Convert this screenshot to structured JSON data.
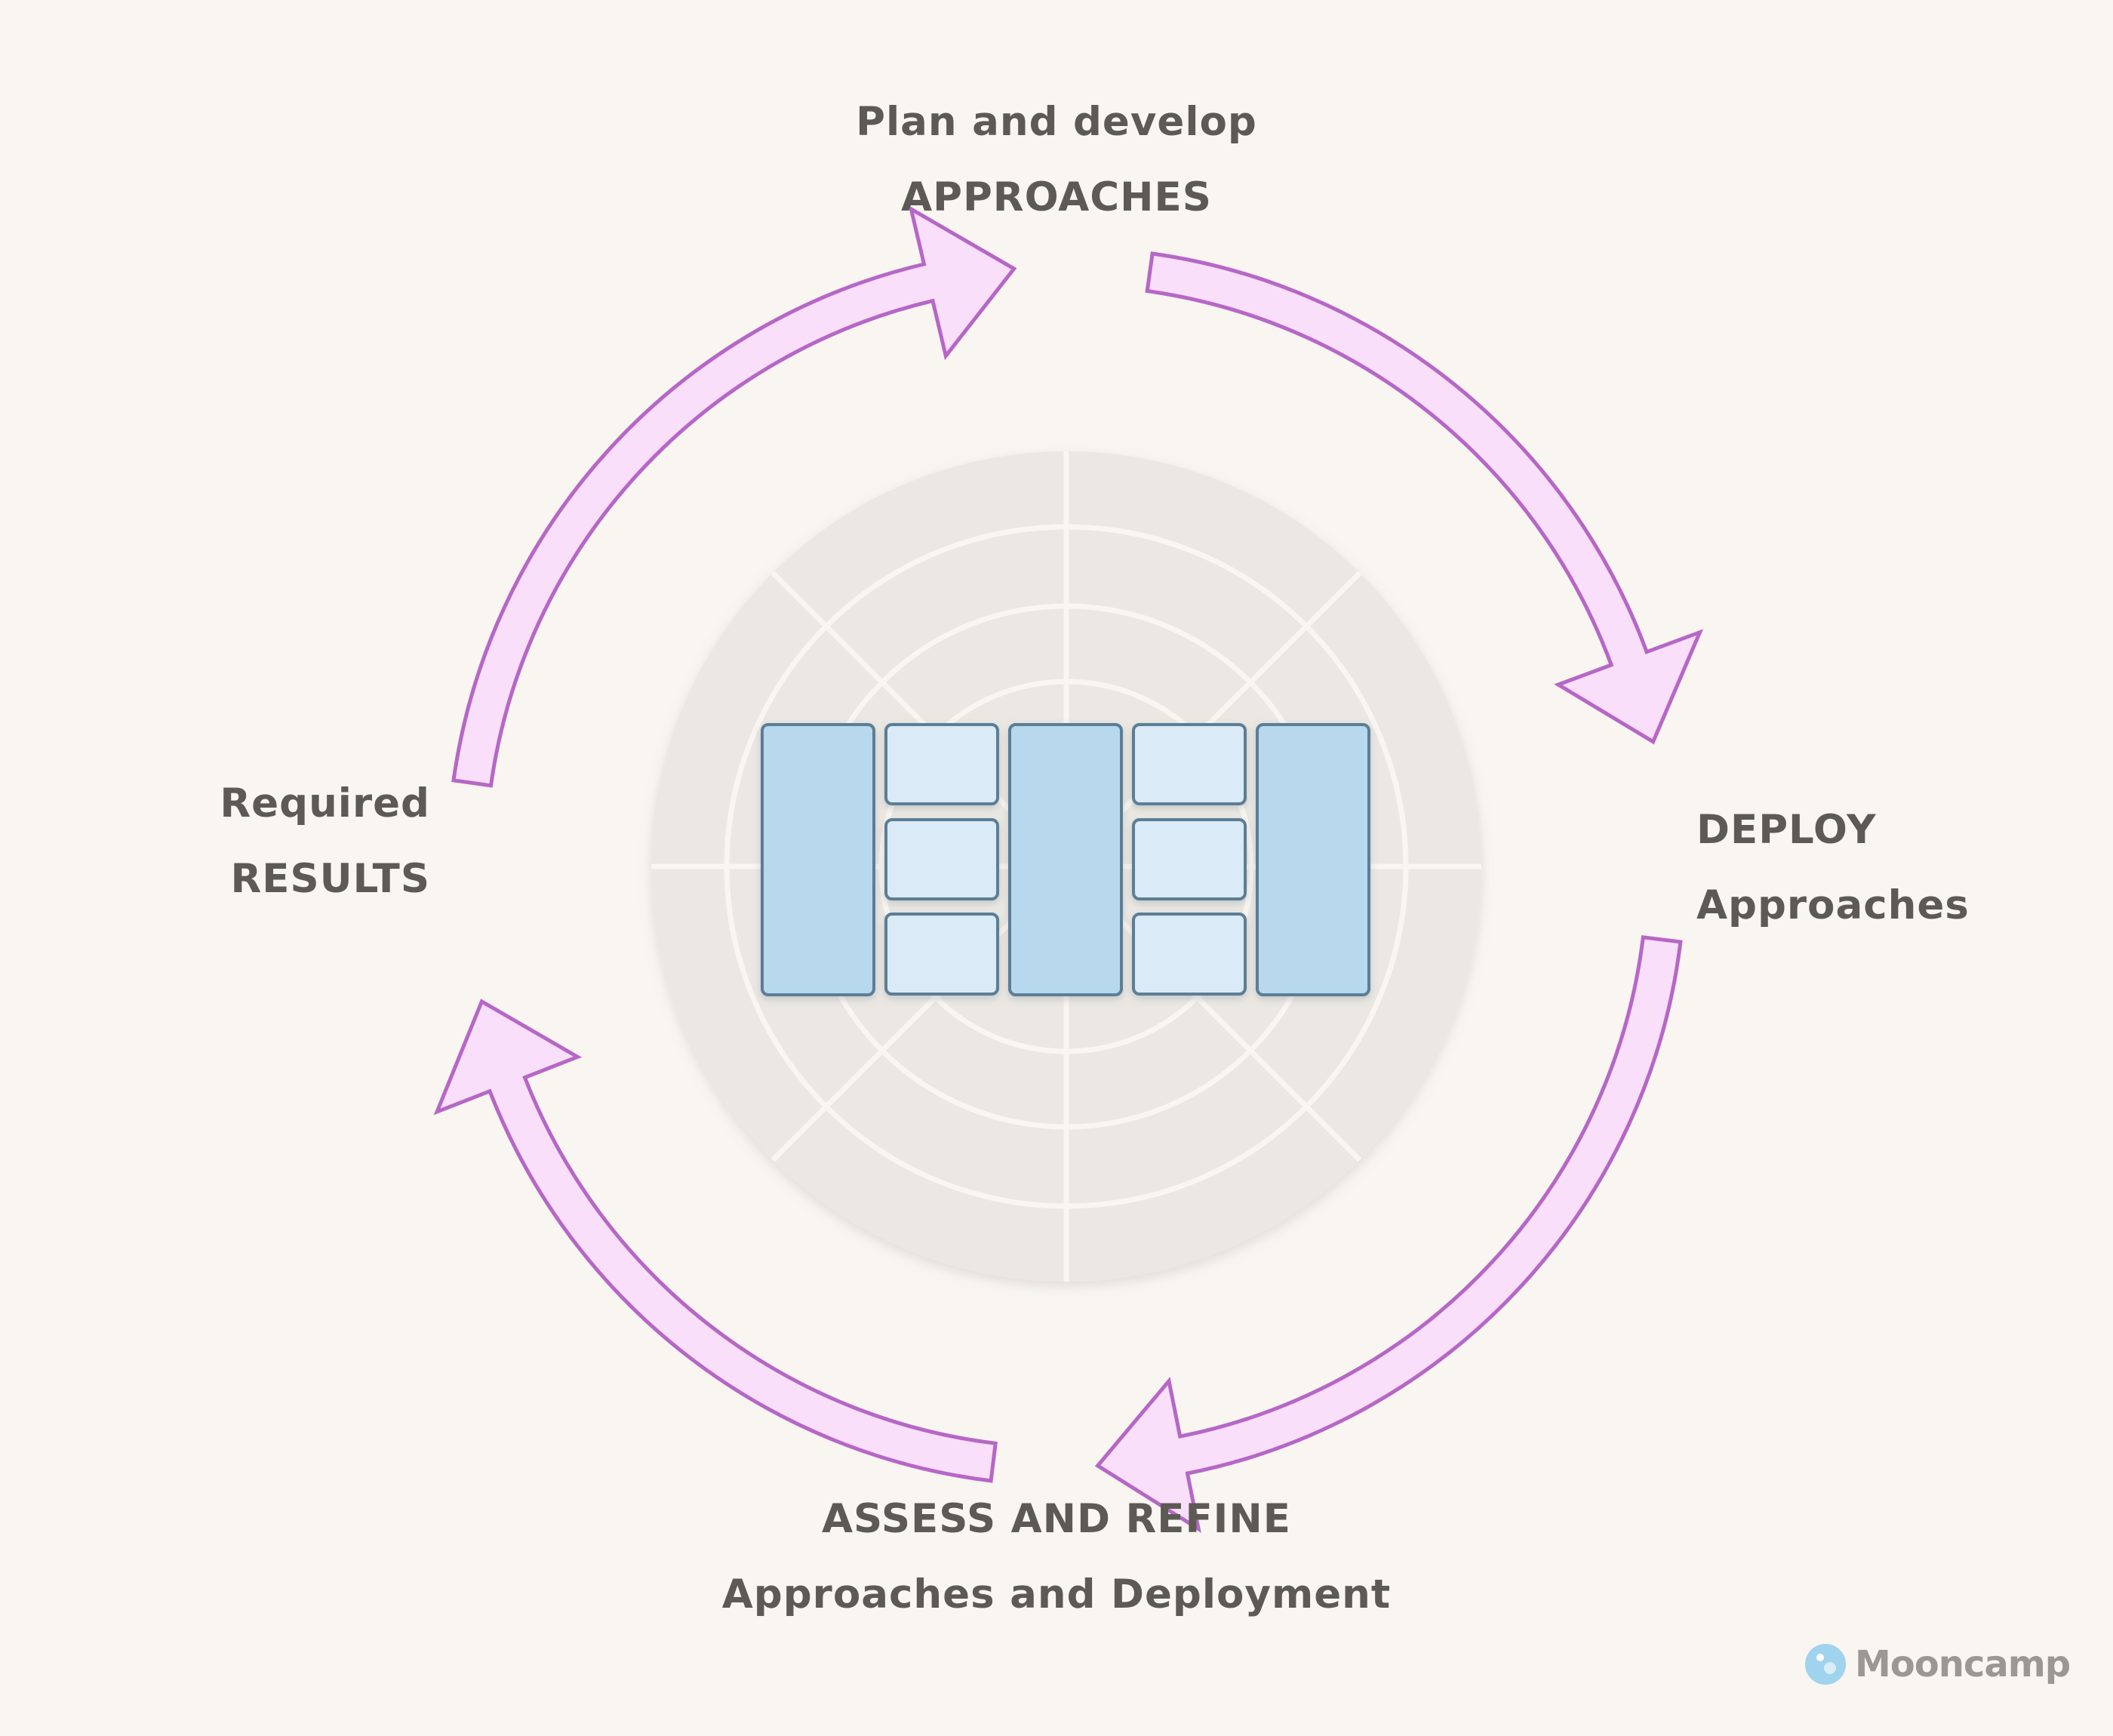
{
  "stages": {
    "top": {
      "line1": "Plan and develop",
      "line2": "APPROACHES"
    },
    "right": {
      "line1": "DEPLOY",
      "line2": "Approaches"
    },
    "bottom": {
      "line1": "ASSESS AND REFINE",
      "line2": "Approaches and Deployment"
    },
    "left": {
      "line1": "Required",
      "line2": "RESULTS"
    }
  },
  "brand": {
    "name": "Mooncamp"
  },
  "colors": {
    "background": "#f9f5f1",
    "arrow_fill": "#f9dff9",
    "arrow_stroke": "#b667c6",
    "target_fill": "#ebe8e3",
    "grid_line": "#f9f5f1",
    "block_dark": "#b8d8ee",
    "block_light": "#daeaf6",
    "block_stroke": "#5b7e97",
    "text": "#5d5955",
    "brand_text": "#9a9794",
    "brand_logo": "#9fd3ee"
  },
  "icons": [
    "mooncamp-logo-icon"
  ]
}
